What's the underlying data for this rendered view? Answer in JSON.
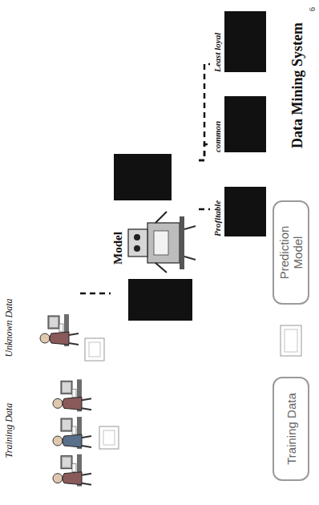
{
  "diagram": {
    "title": "Data Mining System",
    "nodes": [
      {
        "text": [
          "Training Data"
        ]
      },
      {
        "text": [
          "Unknown Data"
        ]
      },
      {
        "text": [
          "Model"
        ]
      },
      {
        "text": [
          "Profitable"
        ]
      },
      {
        "text": [
          "common"
        ]
      },
      {
        "text": [
          "Least loyal"
        ]
      },
      {
        "text": [
          "Training Data"
        ]
      },
      {
        "text": [
          "Prediction Model"
        ]
      }
    ],
    "edges": [
      {
        "from": 1,
        "to": 2,
        "arrow": "none"
      },
      {
        "from": 2,
        "to": 3,
        "arrow": "none"
      },
      {
        "from": 2,
        "to": 4,
        "arrow": "none"
      },
      {
        "from": 2,
        "to": 5,
        "arrow": "none"
      }
    ],
    "labels": [
      "6"
    ]
  }
}
